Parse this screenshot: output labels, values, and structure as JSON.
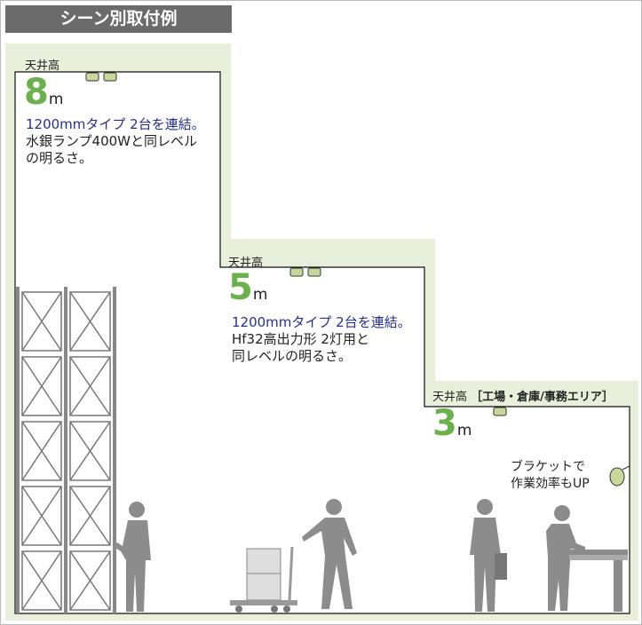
{
  "title": "シーン別取付例",
  "scenes": [
    {
      "label": "天井高",
      "height": "8",
      "unit": "m",
      "line1": "1200mmタイプ 2台を連結。",
      "line2": "水銀ランプ400Wと同レベル",
      "line3": "の明るさ。"
    },
    {
      "label": "天井高",
      "height": "5",
      "unit": "m",
      "line1": "1200mmタイプ 2台を連結。",
      "line2": "Hf32高出力形 2灯用と",
      "line3": "同レベルの明るさ。"
    },
    {
      "label": "天井高",
      "area": "［工場・倉庫/事務エリア］",
      "height": "3",
      "unit": "m",
      "note1": "ブラケットで",
      "note2": "作業効率もUP"
    }
  ],
  "colors": {
    "green": "#6ab04c",
    "bg": "#e8f0dc",
    "figure": "#8c8c8c",
    "blue": "#26308a"
  }
}
